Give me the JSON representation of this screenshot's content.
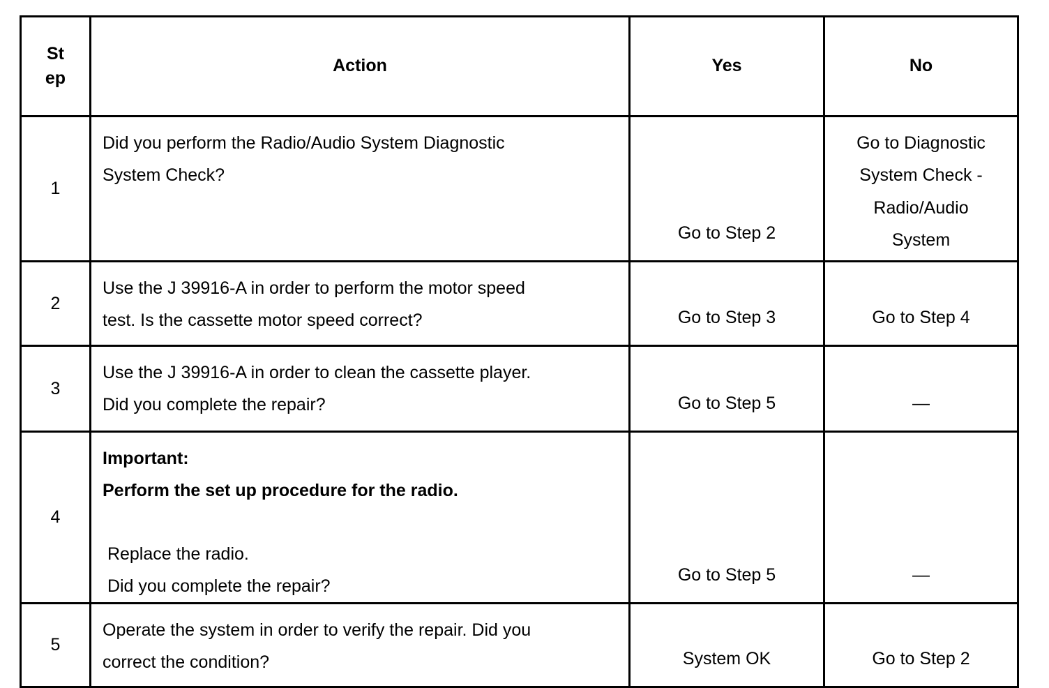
{
  "table": {
    "columns": [
      {
        "key": "step",
        "label_lines": [
          "St",
          "ep"
        ],
        "label": "Step"
      },
      {
        "key": "action",
        "label": "Action"
      },
      {
        "key": "yes",
        "label": "Yes"
      },
      {
        "key": "no",
        "label": "No"
      }
    ],
    "rows": [
      {
        "step": "1",
        "action_lines": [
          {
            "text": "Did you perform the Radio/Audio System Diagnostic",
            "bold": false
          },
          {
            "text": "System Check?",
            "bold": false
          }
        ],
        "yes_lines": [
          "Go to Step 2"
        ],
        "no_lines": [
          "Go to Diagnostic",
          "System Check -",
          "Radio/Audio",
          "System"
        ],
        "yes_align": "bottom",
        "no_align": "top"
      },
      {
        "step": "2",
        "action_lines": [
          {
            "text": "Use the J 39916-A in order to perform the motor speed",
            "bold": false
          },
          {
            "text": "test. Is the cassette motor speed correct?",
            "bold": false
          }
        ],
        "yes_lines": [
          "Go to Step 3"
        ],
        "no_lines": [
          "Go to Step 4"
        ],
        "yes_align": "bottom",
        "no_align": "bottom"
      },
      {
        "step": "3",
        "action_lines": [
          {
            "text": "Use the J 39916-A in order to clean the cassette player.",
            "bold": false
          },
          {
            "text": "Did you complete the repair?",
            "bold": false
          }
        ],
        "yes_lines": [
          "Go to Step 5"
        ],
        "no_lines": [
          "—"
        ],
        "yes_align": "bottom",
        "no_align": "bottom"
      },
      {
        "step": "4",
        "action_lines": [
          {
            "text": "Important:",
            "bold": true
          },
          {
            "text": "Perform the set up procedure for the radio.",
            "bold": true
          },
          {
            "text": "",
            "bold": false,
            "gap": true
          },
          {
            "text": " Replace the radio.",
            "bold": false
          },
          {
            "text": " Did you complete the repair?",
            "bold": false
          }
        ],
        "yes_lines": [
          "Go to Step 5"
        ],
        "no_lines": [
          "—"
        ],
        "yes_align": "bottom",
        "no_align": "bottom"
      },
      {
        "step": "5",
        "action_lines": [
          {
            "text": "Operate the system in order to verify the repair. Did you",
            "bold": false
          },
          {
            "text": "correct the condition?",
            "bold": false
          }
        ],
        "yes_lines": [
          "System OK"
        ],
        "no_lines": [
          "Go to Step 2"
        ],
        "yes_align": "bottom",
        "no_align": "bottom"
      }
    ]
  },
  "style": {
    "border_color": "#000000",
    "text_color": "#000000",
    "background": "#ffffff"
  }
}
